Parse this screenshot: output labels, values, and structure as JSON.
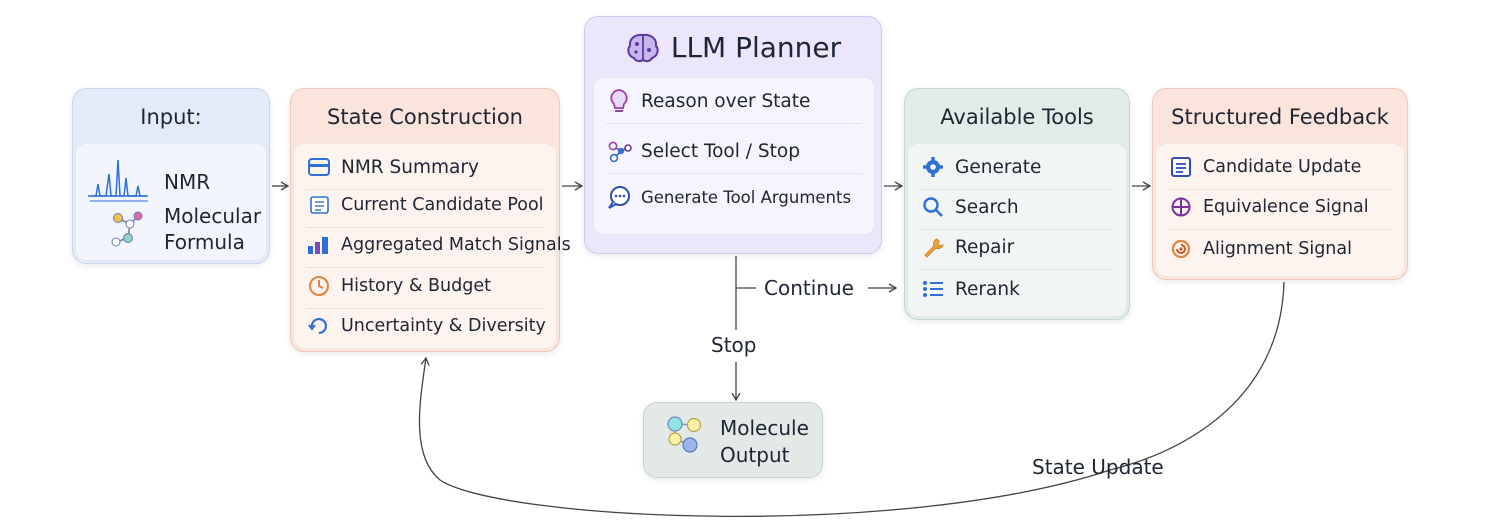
{
  "input": {
    "title": "Input:",
    "items": [
      "NMR",
      "Molecular",
      "Formula"
    ]
  },
  "state_construction": {
    "title": "State Construction",
    "items": [
      {
        "label": "NMR Summary",
        "icon": "summary-card-icon"
      },
      {
        "label": "Current Candidate Pool",
        "icon": "document-stack-icon"
      },
      {
        "label": "Aggregated Match Signals",
        "icon": "bar-chart-icon"
      },
      {
        "label": "History & Budget",
        "icon": "clock-icon"
      },
      {
        "label": "Uncertainty & Diversity",
        "icon": "refresh-cycle-icon"
      }
    ]
  },
  "planner": {
    "title": "LLM Planner",
    "items": [
      {
        "label": "Reason over State",
        "icon": "lightbulb-icon"
      },
      {
        "label": "Select Tool / Stop",
        "icon": "molecule-nodes-icon"
      },
      {
        "label": "Generate Tool Arguments",
        "icon": "chat-bubble-icon"
      }
    ]
  },
  "tools": {
    "title": "Available Tools",
    "items": [
      {
        "label": "Generate",
        "icon": "gear-icon"
      },
      {
        "label": "Search",
        "icon": "search-icon"
      },
      {
        "label": "Repair",
        "icon": "wrench-icon"
      },
      {
        "label": "Rerank",
        "icon": "list-icon"
      }
    ]
  },
  "feedback": {
    "title": "Structured Feedback",
    "items": [
      {
        "label": "Candidate Update",
        "icon": "document-lines-icon"
      },
      {
        "label": "Equivalence Signal",
        "icon": "circle-plus-icon"
      },
      {
        "label": "Alignment Signal",
        "icon": "spiral-target-icon"
      }
    ]
  },
  "output": {
    "items": [
      "Molecule",
      "Output"
    ]
  },
  "edges": {
    "continue": "Continue",
    "stop": "Stop",
    "state_update": "State Update"
  },
  "colors": {
    "input_bg": "#e3ebf9",
    "state_bg": "#fbe4db",
    "planner_bg": "#ebe6fa",
    "tools_bg": "#e1ece8",
    "feedback_bg": "#fbe4db",
    "output_bg": "#e2e9e7",
    "icon_blue": "#2f6fd6",
    "icon_purple": "#7b4bb7",
    "icon_orange": "#e1833a"
  }
}
